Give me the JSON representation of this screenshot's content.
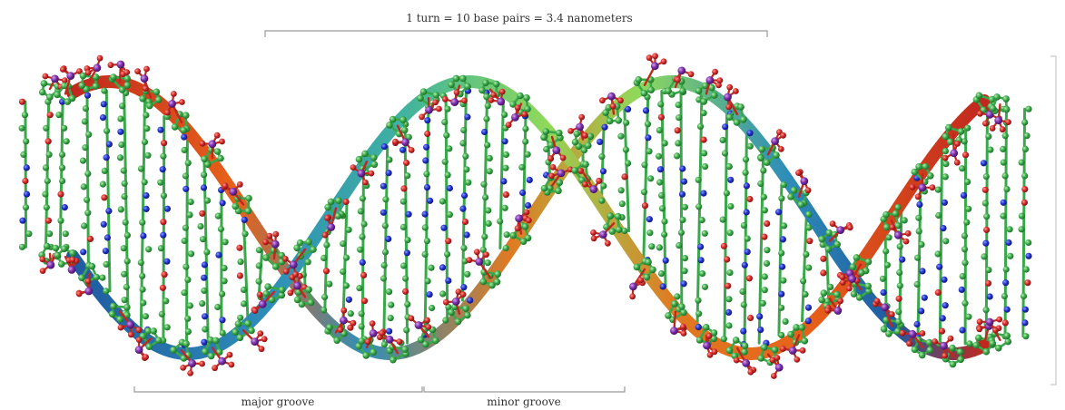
{
  "annotations": {
    "turn_label": "1 turn = 10 base pairs = 3.4 nanometers",
    "major_groove_label": "major groove",
    "minor_groove_label": "minor groove"
  },
  "colors": {
    "background": "#ffffff",
    "bracket": "#9a9a9a",
    "label": "#333333",
    "carbon": "#2e9e3a",
    "carbon_highlight": "#8be08a",
    "oxygen": "#d22b2b",
    "nitrogen": "#2233cc",
    "phosphorus": "#7a2fa8",
    "ribbon_gradient": [
      "#c0281e",
      "#e8621a",
      "#2f8fb8",
      "#1f5aa0",
      "#8fd95a",
      "#3aa34a"
    ]
  },
  "structure": {
    "strands": 2,
    "depiction": "ball-and-stick double helix with ribbon backbones"
  }
}
